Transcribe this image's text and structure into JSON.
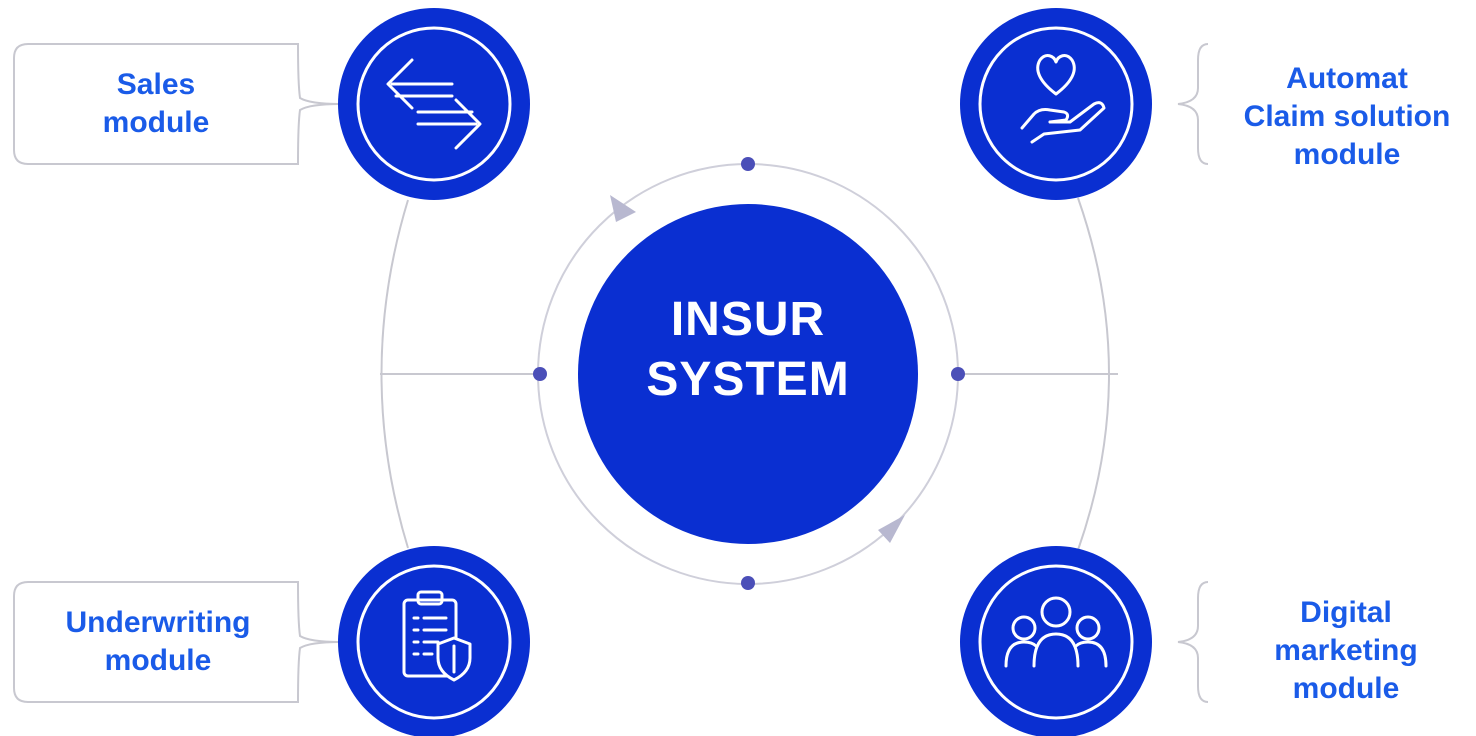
{
  "center": {
    "line1": "INSUR",
    "line2": "SYSTEM"
  },
  "modules": {
    "sales": {
      "line1": "Sales",
      "line2": "module",
      "icon": "arrows-exchange-icon"
    },
    "claim": {
      "line1": "Automat",
      "line2": "Claim solution",
      "line3": "module",
      "icon": "heart-in-hand-icon"
    },
    "underwriting": {
      "line1": "Underwriting",
      "line2": "module",
      "icon": "clipboard-shield-icon"
    },
    "marketing": {
      "line1": "Digital",
      "line2": "marketing",
      "line3": "module",
      "icon": "people-group-icon"
    }
  },
  "colors": {
    "primary_blue": "#0a2fd1",
    "label_blue": "#1a5be8",
    "connector_gray": "#c8c8d0",
    "dot_purple": "#4b4fb8",
    "arrow_gray": "#b8b8d0"
  }
}
